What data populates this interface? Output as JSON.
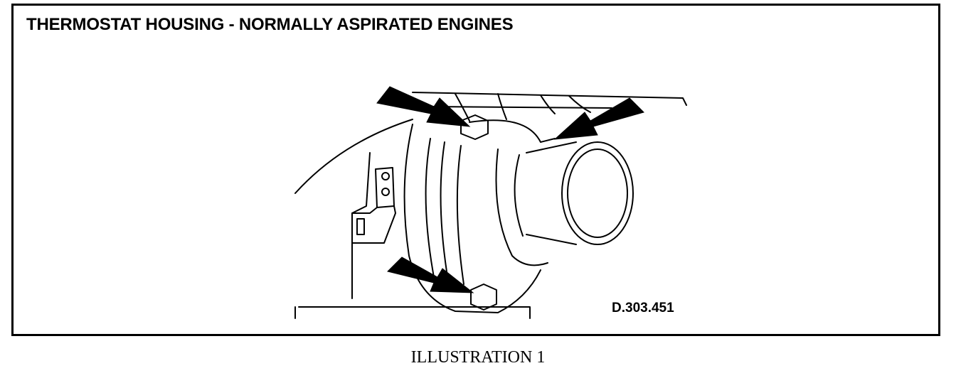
{
  "title": "THERMOSTAT HOUSING - NORMALLY ASPIRATED ENGINES",
  "figure_code": "D.303.451",
  "caption": "ILLUSTRATION 1",
  "colors": {
    "ink": "#000000",
    "paper": "#ffffff"
  }
}
